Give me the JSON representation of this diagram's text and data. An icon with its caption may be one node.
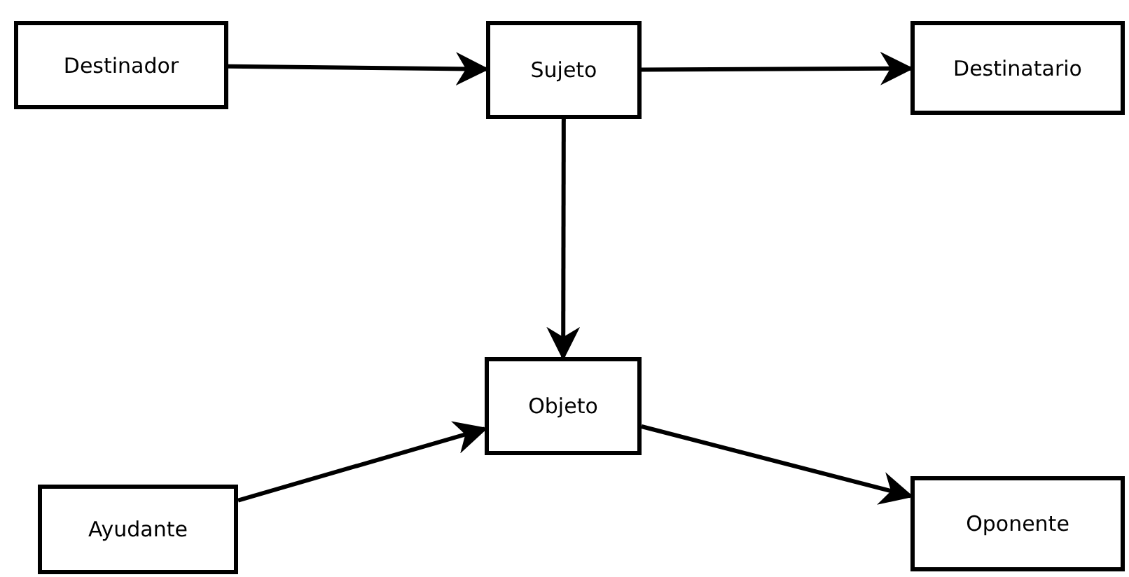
{
  "diagram": {
    "nodes": [
      {
        "text": [
          "Destinador"
        ]
      },
      {
        "text": [
          "Sujeto"
        ]
      },
      {
        "text": [
          "Destinatario"
        ]
      },
      {
        "text": [
          "Objeto"
        ]
      },
      {
        "text": [
          "Ayudante"
        ]
      },
      {
        "text": [
          "Oponente"
        ]
      }
    ],
    "edges": [
      {
        "from": 0,
        "to": 1,
        "arrow": "to"
      },
      {
        "from": 1,
        "to": 2,
        "arrow": "to"
      },
      {
        "from": 1,
        "to": 3,
        "arrow": "to"
      },
      {
        "from": 4,
        "to": 3,
        "arrow": "to"
      },
      {
        "from": 3,
        "to": 5,
        "arrow": "to"
      }
    ]
  }
}
